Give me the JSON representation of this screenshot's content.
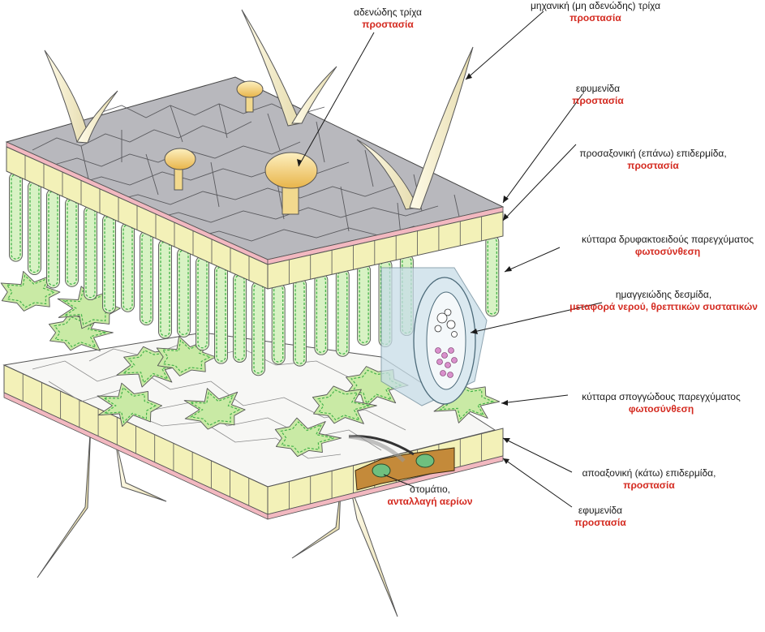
{
  "colors": {
    "function_text": "#d42a20",
    "label_text": "#1a1a1a",
    "cuticle": "#f2b8c0",
    "epidermis": "#f3f1b8",
    "surface": "#b8b8bd",
    "palisade": "#d8f2c4",
    "chloroplast": "#43b349",
    "spongy": "#c9eaa5",
    "bundle": "#c7dde8",
    "phloem": "#d990cc",
    "hair": "#f7f1d2",
    "glandular_head": "#f2cc6a",
    "guard_cell": "#6fbf7f",
    "stoma_wall": "#b5742c"
  },
  "labels": {
    "glandular_hair": {
      "title": "αδενώδης τρίχα",
      "function": "προστασία"
    },
    "mechanical_hair": {
      "title": "μηχανική (μη αδενώδης) τρίχα",
      "function": "προστασία"
    },
    "cuticle_top": {
      "title": "εφυμενίδα",
      "function": "προστασία"
    },
    "upper_epidermis": {
      "title": "προσαξονική (επάνω) επιδερμίδα,",
      "function": "προστασία"
    },
    "palisade": {
      "title": "κύτταρα δρυφακτοειδούς παρεγχύματος",
      "function": "φωτοσύνθεση"
    },
    "vascular_bundle": {
      "title": "ημαγγειώδης δεσμίδα,",
      "function": "μεταφορά νερού, θρεπτικών συστατικών"
    },
    "spongy": {
      "title": "κύτταρα σπογγώδους παρεγχύματος",
      "function": "φωτοσύνθεση"
    },
    "lower_epidermis": {
      "title": "αποαξονική (κάτω) επιδερμίδα,",
      "function": "προστασία"
    },
    "cuticle_bottom": {
      "title": "εφυμενίδα",
      "function": "προστασία"
    },
    "stoma": {
      "title": "στομάτιο,",
      "function": "ανταλλαγή αερίων"
    }
  }
}
